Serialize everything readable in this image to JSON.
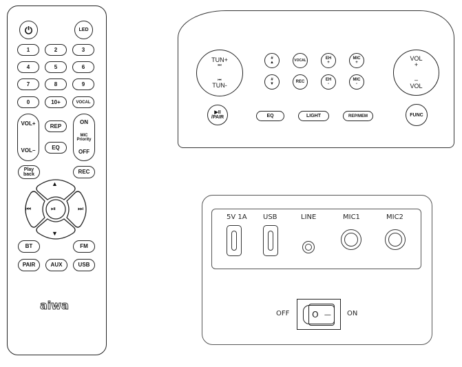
{
  "remote": {
    "power_icon": "⏻",
    "led": "LED",
    "number_rows": [
      [
        "1",
        "2",
        "3"
      ],
      [
        "4",
        "5",
        "6"
      ],
      [
        "7",
        "8",
        "9"
      ],
      [
        "0",
        "10+",
        "VOCAL"
      ]
    ],
    "vol_plus": "VOL+",
    "vol_minus": "VOL–",
    "rep": "REP",
    "eq": "EQ",
    "mic_on": "ON",
    "mic_priority_1": "MIC",
    "mic_priority_2": "Priority",
    "mic_off": "OFF",
    "playback_1": "Play",
    "playback_2": "back",
    "rec": "REC",
    "dpad": {
      "up": "▲",
      "down": "▼",
      "prev": "⏮",
      "next": "⏭",
      "play_pause": "⏯"
    },
    "bt": "BT",
    "fm": "FM",
    "pair": "PAIR",
    "aux": "AUX",
    "usb": "USB",
    "logo": "aiwa"
  },
  "top_panel": {
    "tun_plus": "TUN+",
    "tun_next_icon": "⏭",
    "tun_prev_icon": "⏮",
    "tun_minus": "TUN-",
    "preset_up_hash": "#",
    "preset_up_arrow": "▲",
    "preset_down_hash": "#",
    "preset_down_arrow": "▼",
    "vocal": "VOCAL",
    "rec": "REC",
    "eh_plus_label": "EH",
    "eh_plus_sign": "+",
    "eh_minus_label": "EH",
    "eh_minus_sign": "-",
    "mic_plus_label": "MIC",
    "mic_plus_sign": "+",
    "mic_minus_label": "MIC",
    "mic_minus_sign": "-",
    "vol_top": "VOL",
    "vol_plus": "+",
    "vol_minus": "–",
    "vol_bottom": "VOL",
    "play_pause_icon": "▶II",
    "pair": "/PAIR",
    "eq": "EQ",
    "light": "LIGHT",
    "rep_mem": "REP/MEM",
    "func": "FUNC"
  },
  "back_panel": {
    "ports": [
      {
        "label": "5V 1A",
        "type": "usb-c"
      },
      {
        "label": "USB",
        "type": "usb-c"
      },
      {
        "label": "LINE",
        "type": "jack-small"
      },
      {
        "label": "MIC1",
        "type": "jack-large"
      },
      {
        "label": "MIC2",
        "type": "jack-large"
      }
    ],
    "switch_off": "OFF",
    "switch_on": "ON",
    "switch_o_symbol": "O",
    "switch_i_symbol": "—"
  }
}
